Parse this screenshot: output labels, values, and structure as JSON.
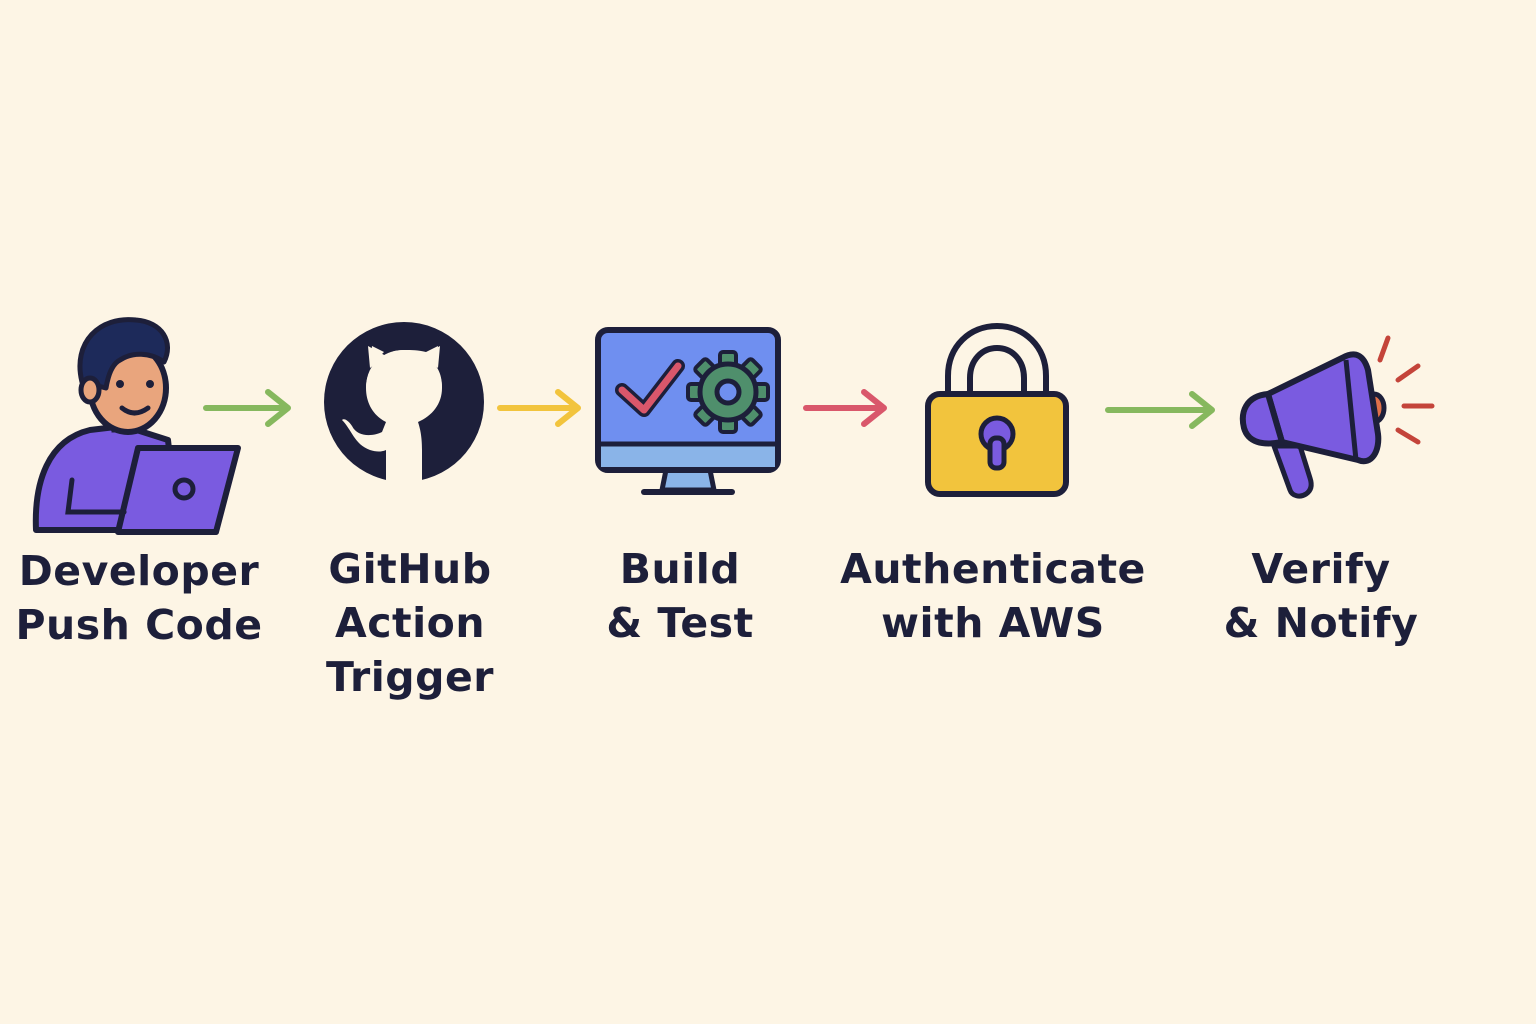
{
  "colors": {
    "background": "#fdf5e5",
    "outline": "#1d1f3a",
    "purple": "#7a5be0",
    "blue": "#6f8ff0",
    "yellow": "#f2c43d",
    "green": "#86b85e",
    "red": "#d9576b",
    "teal": "#4f8f6c"
  },
  "steps": [
    {
      "icon": "developer-laptop-icon",
      "lines": [
        "Developer",
        "Push Code"
      ]
    },
    {
      "icon": "github-icon",
      "lines": [
        "GitHub",
        "Action",
        "Trigger"
      ]
    },
    {
      "icon": "monitor-check-gear-icon",
      "lines": [
        "Build",
        "& Test"
      ]
    },
    {
      "icon": "padlock-icon",
      "lines": [
        "Authenticate",
        "with AWS"
      ]
    },
    {
      "icon": "megaphone-icon",
      "lines": [
        "Verify",
        "& Notify"
      ]
    }
  ],
  "arrows": [
    {
      "color": "#86b85e"
    },
    {
      "color": "#f2c43d"
    },
    {
      "color": "#d9576b"
    },
    {
      "color": "#86b85e"
    }
  ]
}
